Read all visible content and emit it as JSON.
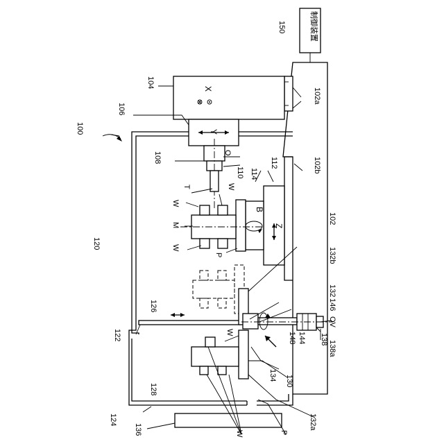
{
  "figure": {
    "controller_text": "制御装置",
    "axes": {
      "x": "X",
      "y": "Y",
      "z": "Z",
      "b": "B",
      "o": "O",
      "ov": "OV"
    },
    "labels": {
      "l100": "100",
      "l102": "102",
      "l102a": "102a",
      "l102b": "102b",
      "l104": "104",
      "l106": "106",
      "l108": "108",
      "l110": "110",
      "l112": "112",
      "l114": "114",
      "l120": "120",
      "l122": "122",
      "l124": "124",
      "l126": "126",
      "l128": "128",
      "l130": "130",
      "l132": "132",
      "l132a": "132a",
      "l132b": "132b",
      "l134": "134",
      "l136": "136",
      "l138": "138",
      "l138a": "138a",
      "l144": "144",
      "l146": "146",
      "l148": "148",
      "l150": "150",
      "T": "T",
      "M": "M",
      "P_top": "P",
      "P_bottom": "P",
      "W1": "W",
      "W2": "W",
      "W3": "W",
      "W4": "W",
      "W5": "W"
    }
  }
}
